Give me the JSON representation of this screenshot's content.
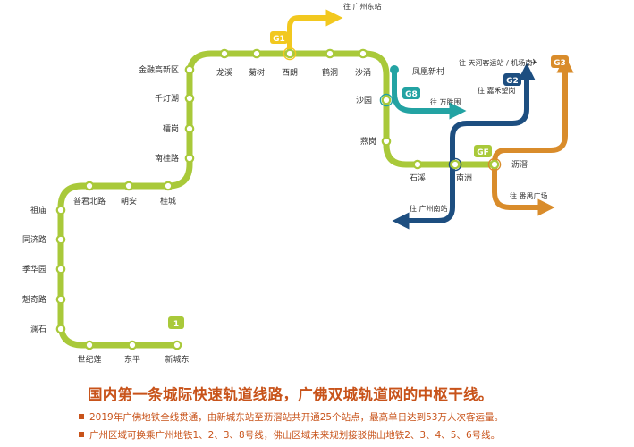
{
  "colors": {
    "line1": "#a9c93a",
    "g1": "#f2c81f",
    "g8": "#23a3a3",
    "g2": "#1d4e80",
    "g3": "#d98c2b",
    "text_accent": "#c8531a"
  },
  "line1": {
    "badge": "1",
    "stations": [
      {
        "id": "xinchengdong",
        "name": "新城东"
      },
      {
        "id": "dongping",
        "name": "东平"
      },
      {
        "id": "shijilian",
        "name": "世纪莲"
      },
      {
        "id": "lanshi",
        "name": "澜石"
      },
      {
        "id": "kuiqilu",
        "name": "魁奇路"
      },
      {
        "id": "jihuayuan",
        "name": "季华园"
      },
      {
        "id": "tongjilu",
        "name": "同济路"
      },
      {
        "id": "zumiao",
        "name": "祖庙"
      },
      {
        "id": "pujunbeilu",
        "name": "普君北路"
      },
      {
        "id": "chaoan",
        "name": "朝安"
      },
      {
        "id": "guicheng",
        "name": "桂城"
      },
      {
        "id": "nanguilu",
        "name": "南桂路"
      },
      {
        "id": "leigang",
        "name": "礌岗"
      },
      {
        "id": "qiandenghu",
        "name": "千灯湖"
      },
      {
        "id": "jinronggaoxinqu",
        "name": "金融高新区"
      },
      {
        "id": "longxi",
        "name": "龙溪"
      },
      {
        "id": "jushu",
        "name": "菊树"
      },
      {
        "id": "xilang",
        "name": "西朗"
      },
      {
        "id": "hedong",
        "name": "鹤洞"
      },
      {
        "id": "shayong",
        "name": "沙涌"
      },
      {
        "id": "shayuan",
        "name": "沙园"
      },
      {
        "id": "yangang",
        "name": "燕岗"
      },
      {
        "id": "shixi",
        "name": "石溪"
      },
      {
        "id": "nanzhou",
        "name": "南洲"
      },
      {
        "id": "lijiao",
        "name": "沥滘"
      }
    ]
  },
  "branches": {
    "g1": {
      "badge": "G1",
      "direction": "往 广州东站"
    },
    "g8": {
      "badge": "G8",
      "station": "凤凰新村",
      "direction": "往 万胜围"
    },
    "g2": {
      "badge": "G2",
      "direction_north": "往 嘉禾望岗",
      "direction_south": "往 广州南站"
    },
    "g3": {
      "badge": "G3",
      "direction_north": "往 天河客运站 / 机场南",
      "direction_south": "往 番禺广场"
    },
    "gf": {
      "badge": "GF"
    }
  },
  "caption": {
    "headline": "国内第一条城际快速轨道线路，广佛双城轨道网的中枢干线。",
    "notes": [
      "2019年广佛地铁全线贯通，由新城东站至沥滘站共开通25个站点，最高单日达到53万人次客运量。",
      "广州区域可换乘广州地铁1、2、3、8号线，佛山区域未来规划接驳佛山地铁2、3、4、5、6号线。"
    ]
  }
}
